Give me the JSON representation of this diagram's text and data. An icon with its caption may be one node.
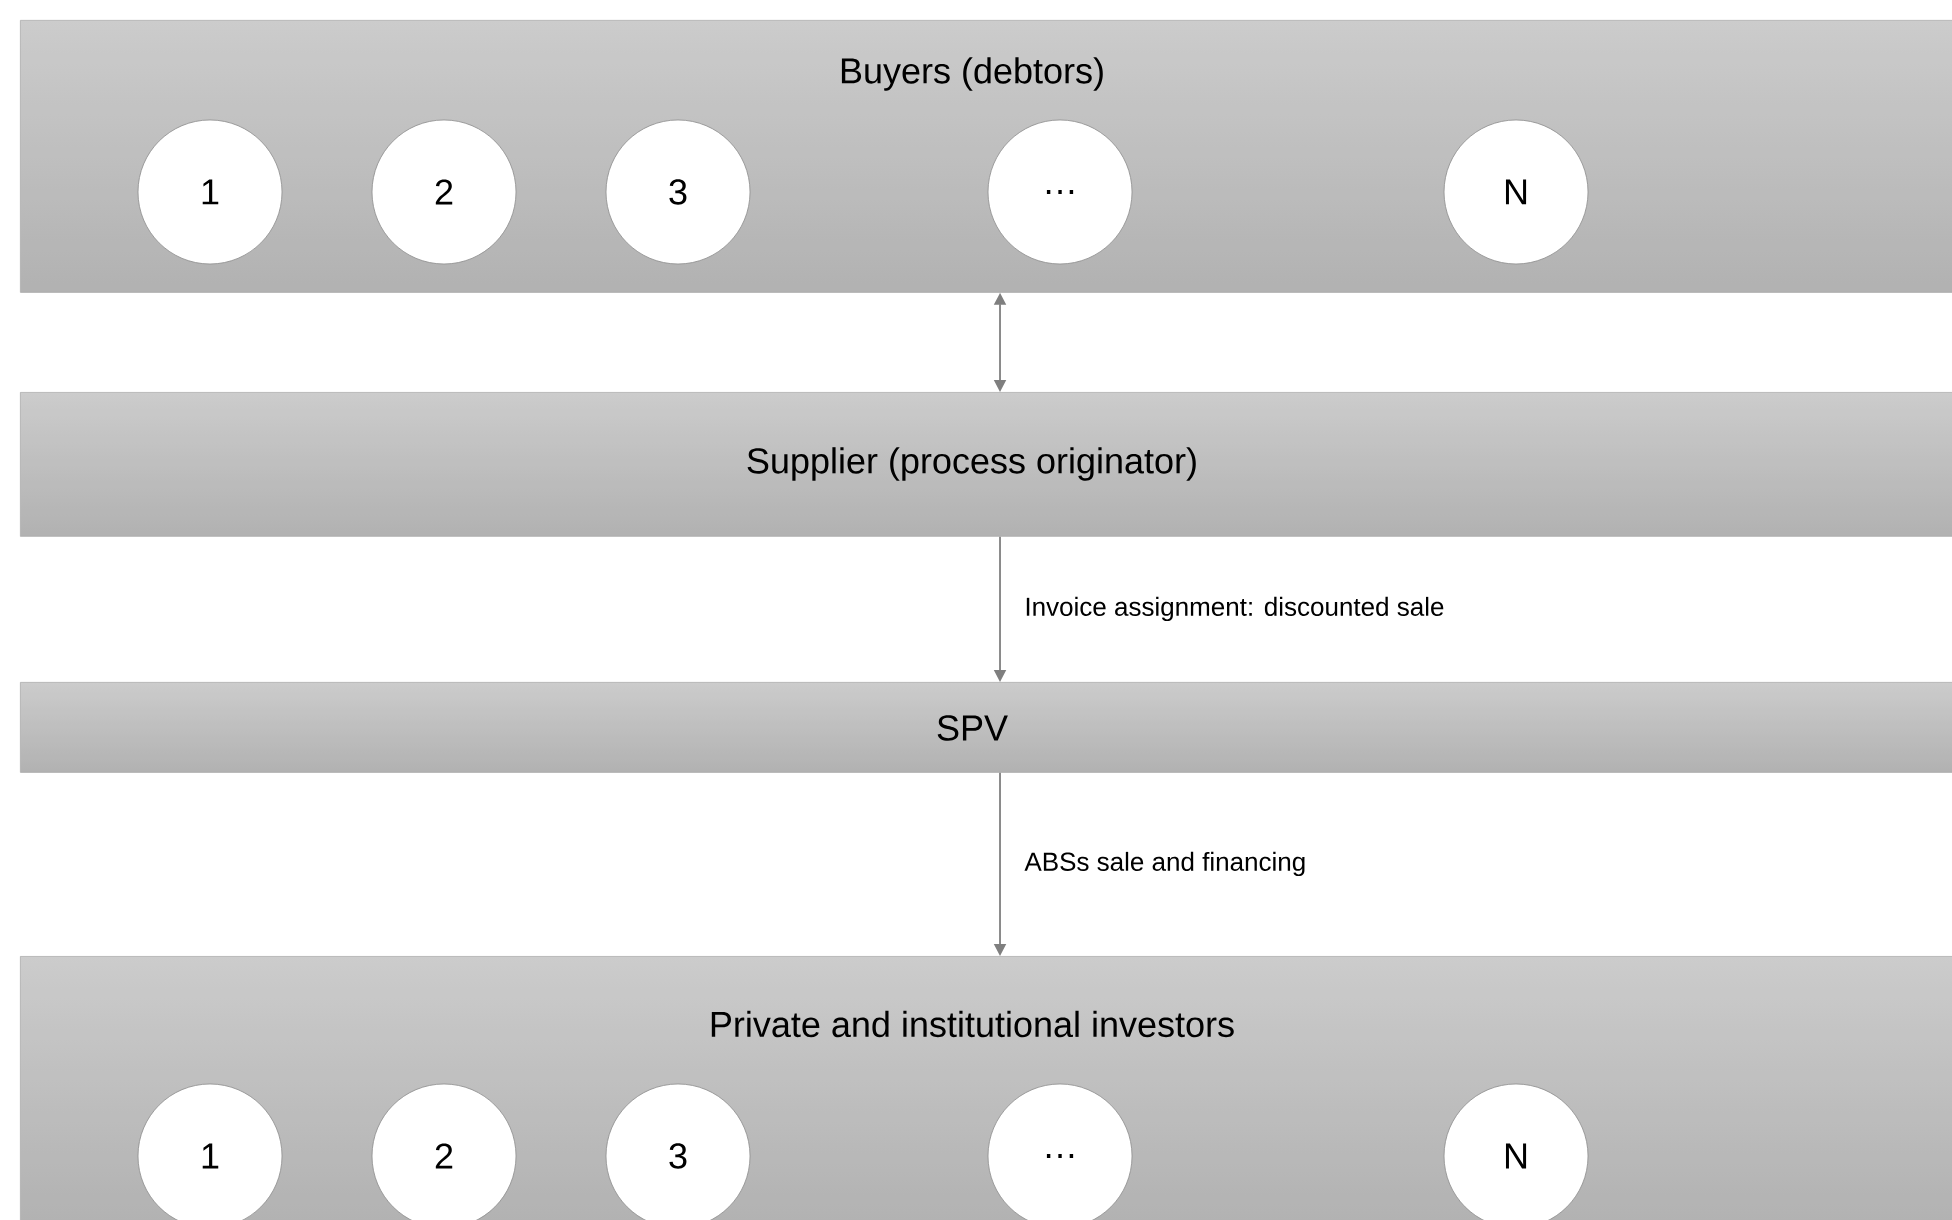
{
  "diagram": {
    "nodes": [
      {
        "text": [
          "Buyers (debtors)"
        ]
      },
      {
        "text": [
          "1"
        ],
        "in": 0
      },
      {
        "text": [
          "2"
        ],
        "in": 0
      },
      {
        "text": [
          "3"
        ],
        "in": 0
      },
      {
        "text": [
          "…"
        ],
        "in": 0
      },
      {
        "text": [
          "N"
        ],
        "in": 0
      },
      {
        "text": [
          "Supplier (process originator)"
        ]
      },
      {
        "text": [
          "SPV"
        ]
      },
      {
        "text": [
          "Private and institutional investors"
        ]
      },
      {
        "text": [
          "1"
        ],
        "in": 8
      },
      {
        "text": [
          "2"
        ],
        "in": 8
      },
      {
        "text": [
          "3"
        ],
        "in": 8
      },
      {
        "text": [
          "…"
        ],
        "in": 8
      },
      {
        "text": [
          "N"
        ],
        "in": 8
      }
    ],
    "edges": [
      {
        "from": 0,
        "to": 6,
        "arrow": "both"
      },
      {
        "from": 6,
        "to": 7,
        "arrow": "to",
        "label": "Invoice assignment: discounted sale"
      },
      {
        "from": 7,
        "to": 8,
        "arrow": "to",
        "label": "ABSs sale and financing"
      }
    ]
  }
}
